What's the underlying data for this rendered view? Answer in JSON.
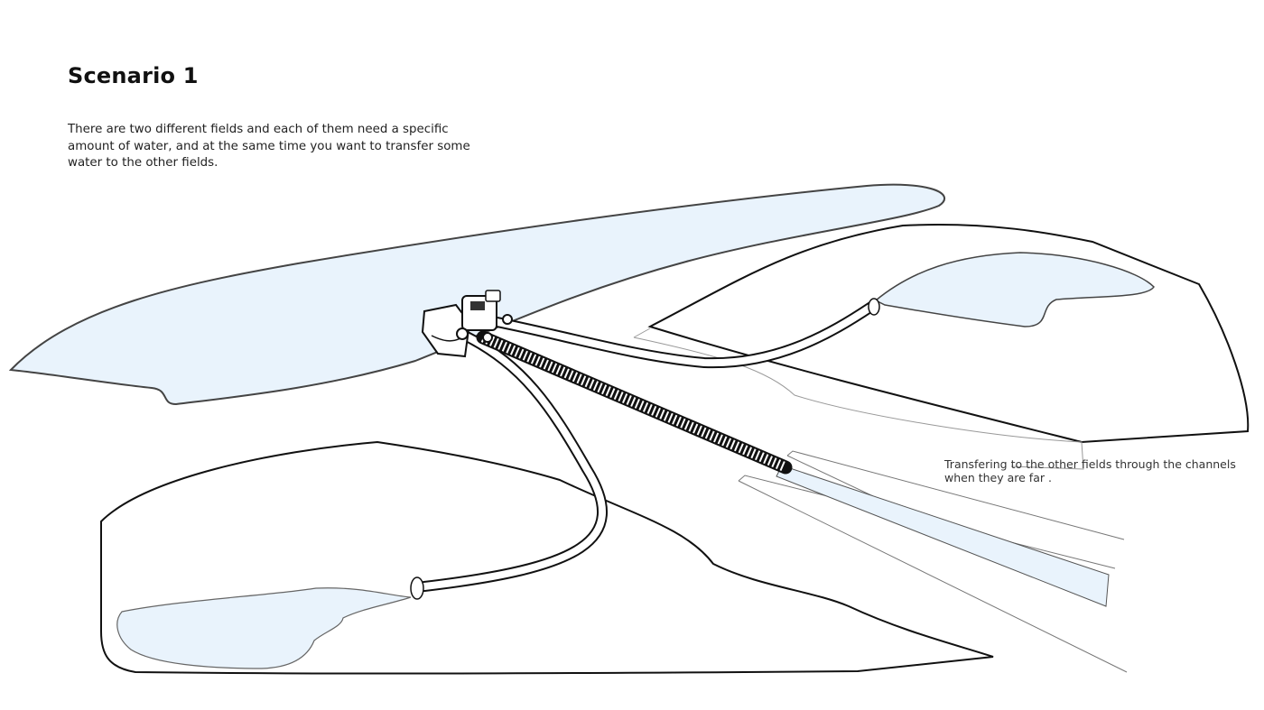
{
  "header": {
    "title": "Scenario 1",
    "description": "There are two different fields and each of them need a specific amount of water, and at the same time you want to transfer some water to the other fields."
  },
  "annotation": {
    "channels_note": "Transfering to the other fields through the  channels when they are far ."
  },
  "colors": {
    "water": "#e9f3fc",
    "outline": "#111111",
    "light_line": "#8a8a8a"
  }
}
